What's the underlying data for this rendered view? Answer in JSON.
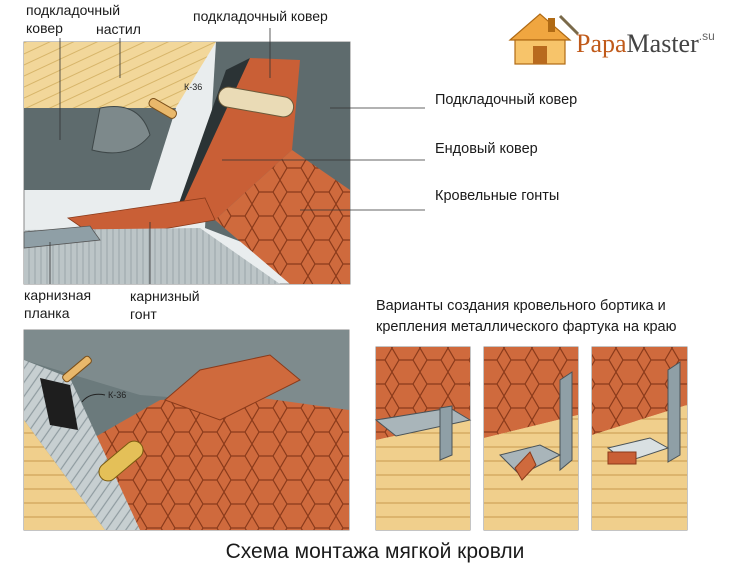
{
  "labels": {
    "underlay_top_left": "подкладочный",
    "underlay_top_left2": "ковер",
    "deck": "настил",
    "underlay_top": "подкладочный ковер",
    "right_underlay": "Подкладочный ковер",
    "right_valley": "Ендовый ковер",
    "right_shingles": "Кровельные гонты",
    "eave_strip_1": "карнизная",
    "eave_strip_2": "планка",
    "eave_shingle_1": "карнизный",
    "eave_shingle_2": "гонт",
    "k36_top": "К-36",
    "k36_bottom": "К-36"
  },
  "variants_title": {
    "line1": "Варианты создания кровельного бортика и",
    "line2": "крепления металлического фартука на краю"
  },
  "caption": "Схема монтажа мягкой кровли",
  "logo": {
    "part1": "Papa",
    "part2": "Master",
    "suffix": ".su"
  },
  "colors": {
    "shingle": "#cf6a3d",
    "shingle_line": "#8a3a1a",
    "underlay": "#5e6b6d",
    "deck": "#f2d79a",
    "wall": "#b9c2c4",
    "metal": "#8f9fa6"
  }
}
